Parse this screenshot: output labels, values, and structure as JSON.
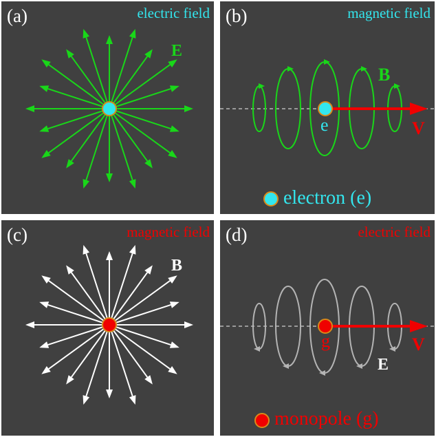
{
  "colors": {
    "background": "#404040",
    "gap": "#ffffff",
    "cyan": "#33e6ee",
    "green": "#19d719",
    "red": "#f00000",
    "white": "#ffffff",
    "grey": "#b4b4b4",
    "particle_ring": "#d98a1a"
  },
  "panels": {
    "a": {
      "id": "(a)",
      "title": "electric field",
      "title_color": "#33e6ee",
      "field_label": "E",
      "field_color": "#19d719",
      "particle_color": "#33e6ee",
      "field_lines": 20
    },
    "b": {
      "id": "(b)",
      "title": "magnetic field",
      "title_color": "#33e6ee",
      "field_label": "B",
      "field_color": "#19d719",
      "particle_label": "e",
      "particle_label_color": "#33e6ee",
      "velocity_label": "V",
      "velocity_color": "#f00000",
      "legend_text": "electron (e)",
      "legend_color": "#33e6ee"
    },
    "c": {
      "id": "(c)",
      "title": "magnetic field",
      "title_color": "#f00000",
      "field_label": "B",
      "field_color": "#ffffff",
      "particle_color": "#f00000",
      "field_lines": 20
    },
    "d": {
      "id": "(d)",
      "title": "electric field",
      "title_color": "#f00000",
      "field_label": "E",
      "field_color": "#b4b4b4",
      "particle_label": "g",
      "particle_label_color": "#f00000",
      "velocity_label": "V",
      "velocity_color": "#f00000",
      "legend_text": "monopole (g)",
      "legend_color": "#f00000"
    }
  }
}
